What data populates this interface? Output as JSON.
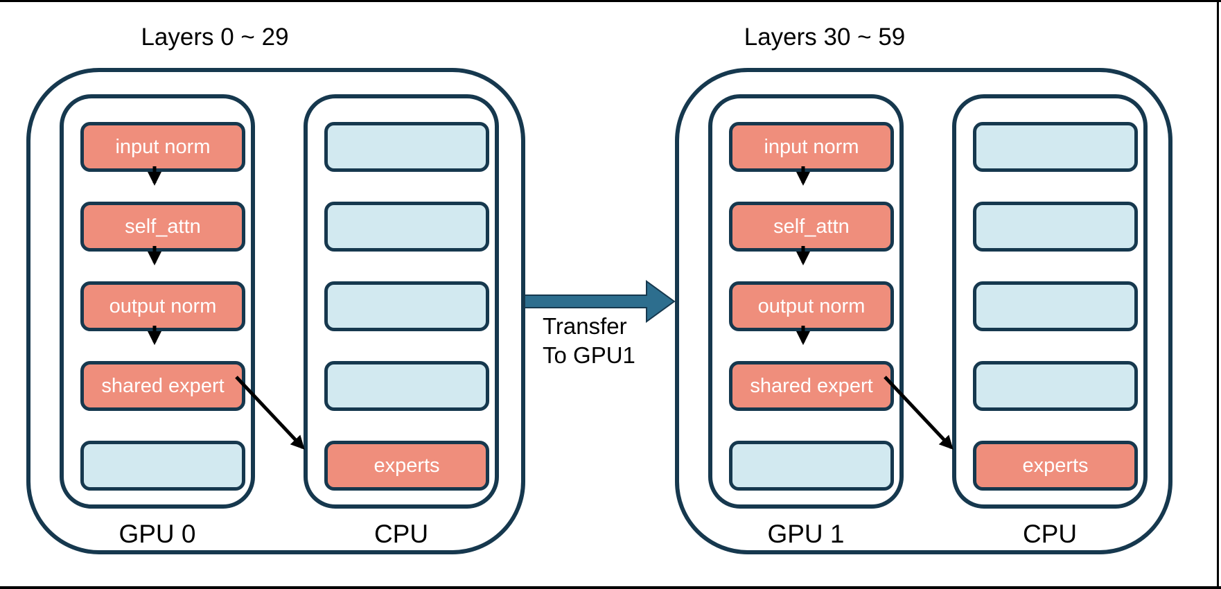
{
  "colors": {
    "outline": "#16384E",
    "module_fill": "#EF8E7C",
    "placeholder_fill": "#D2E9F0",
    "module_text": "#FFFFFF",
    "label_text": "#000000",
    "flow_arrow": "#000000",
    "transfer_arrow_fill": "#2D6E8E",
    "background": "#FFFFFF",
    "frame_line": "#000000"
  },
  "groups": [
    {
      "title": "Layers 0 ~ 29",
      "gpu_label": "GPU 0",
      "cpu_label": "CPU",
      "gpu_boxes": [
        {
          "label": "input norm",
          "type": "module"
        },
        {
          "label": "self_attn",
          "type": "module"
        },
        {
          "label": "output norm",
          "type": "module"
        },
        {
          "label": "shared expert",
          "type": "module"
        },
        {
          "label": "",
          "type": "placeholder"
        }
      ],
      "cpu_boxes": [
        {
          "label": "",
          "type": "placeholder"
        },
        {
          "label": "",
          "type": "placeholder"
        },
        {
          "label": "",
          "type": "placeholder"
        },
        {
          "label": "",
          "type": "placeholder"
        },
        {
          "label": "experts",
          "type": "module"
        }
      ]
    },
    {
      "title": "Layers 30 ~ 59",
      "gpu_label": "GPU 1",
      "cpu_label": "CPU",
      "gpu_boxes": [
        {
          "label": "input norm",
          "type": "module"
        },
        {
          "label": "self_attn",
          "type": "module"
        },
        {
          "label": "output norm",
          "type": "module"
        },
        {
          "label": "shared expert",
          "type": "module"
        },
        {
          "label": "",
          "type": "placeholder"
        }
      ],
      "cpu_boxes": [
        {
          "label": "",
          "type": "placeholder"
        },
        {
          "label": "",
          "type": "placeholder"
        },
        {
          "label": "",
          "type": "placeholder"
        },
        {
          "label": "",
          "type": "placeholder"
        },
        {
          "label": "experts",
          "type": "module"
        }
      ]
    }
  ],
  "transfer": {
    "line1": "Transfer",
    "line2": "To GPU1"
  }
}
